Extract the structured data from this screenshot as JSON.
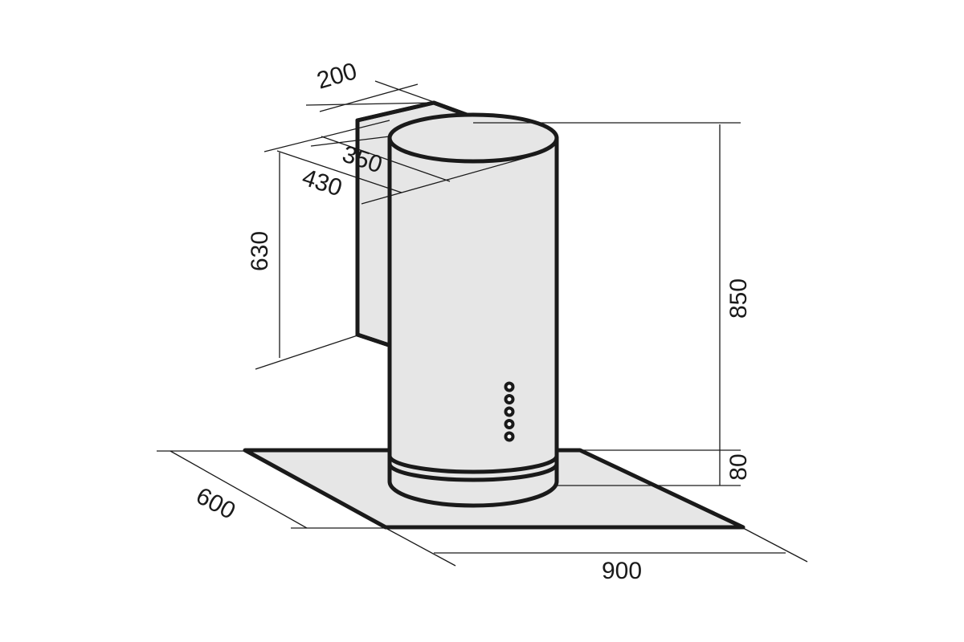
{
  "dimensions": {
    "duct_depth": "200",
    "chimney_diameter": "350",
    "duct_width": "430",
    "duct_height": "630",
    "total_height": "850",
    "canopy_height": "80",
    "canopy_depth": "600",
    "canopy_width": "900"
  },
  "control_panel": {
    "button_count": 5
  },
  "colors": {
    "outline": "#1a1a1a",
    "fill": "#e6e6e6",
    "background": "#ffffff"
  }
}
